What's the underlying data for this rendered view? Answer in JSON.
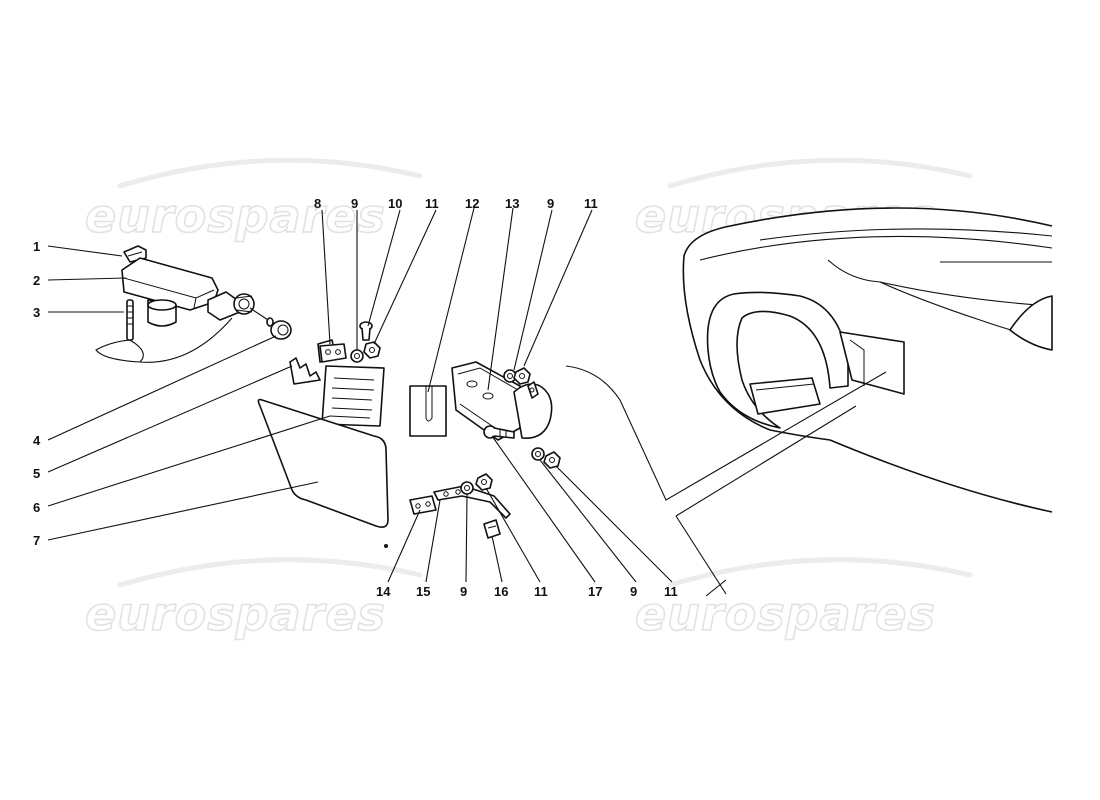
{
  "watermark": {
    "text": "eurospares"
  },
  "callouts": {
    "c1": "1",
    "c2": "2",
    "c3": "3",
    "c4": "4",
    "c5": "5",
    "c6": "6",
    "c7": "7",
    "c8": "8",
    "c9a": "9",
    "c10": "10",
    "c11a": "11",
    "c12": "12",
    "c13": "13",
    "c9b": "9",
    "c11b": "11",
    "c14": "14",
    "c15": "15",
    "c9c": "9",
    "c16": "16",
    "c11c": "11",
    "c17": "17",
    "c9d": "9",
    "c11d": "11"
  }
}
